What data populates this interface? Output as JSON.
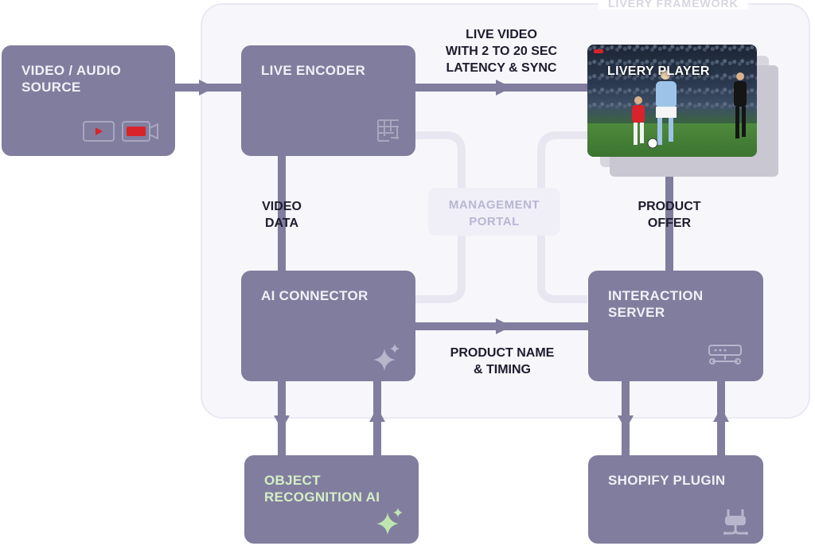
{
  "framework": {
    "label": "LIVERY FRAMEWORK"
  },
  "nodes": {
    "source": {
      "label": "VIDEO / AUDIO\nSOURCE"
    },
    "encoder": {
      "label": "LIVE ENCODER"
    },
    "player": {
      "label": "LIVERY PLAYER"
    },
    "ai_connector": {
      "label": "AI CONNECTOR"
    },
    "interaction_server": {
      "label": "INTERACTION\nSERVER"
    },
    "object_recognition": {
      "label": "OBJECT\nRECOGNITION AI"
    },
    "shopify": {
      "label": "SHOPIFY PLUGIN"
    },
    "portal": {
      "label": "MANAGEMENT\nPORTAL"
    }
  },
  "edges": {
    "live_video": "LIVE VIDEO\nWITH 2 TO 20 SEC\nLATENCY & SYNC",
    "video_data": "VIDEO\nDATA",
    "product_offer": "PRODUCT\nOFFER",
    "product_name": "PRODUCT NAME\n& TIMING"
  },
  "icons": {
    "source_icons": [
      "play-icon",
      "live-camera-icon"
    ],
    "encoder_icon": "grid-icon",
    "ai_connector_icon": "sparkle-icon",
    "interaction_icon": "server-icon",
    "object_recognition_icon": "sparkle-icon",
    "shopify_icon": "plug-icon"
  },
  "colors": {
    "box": "#817d9e",
    "green_label": "#d4efc5",
    "framework_bg": "#f7f7fb",
    "accent_live": "#d8232a"
  }
}
